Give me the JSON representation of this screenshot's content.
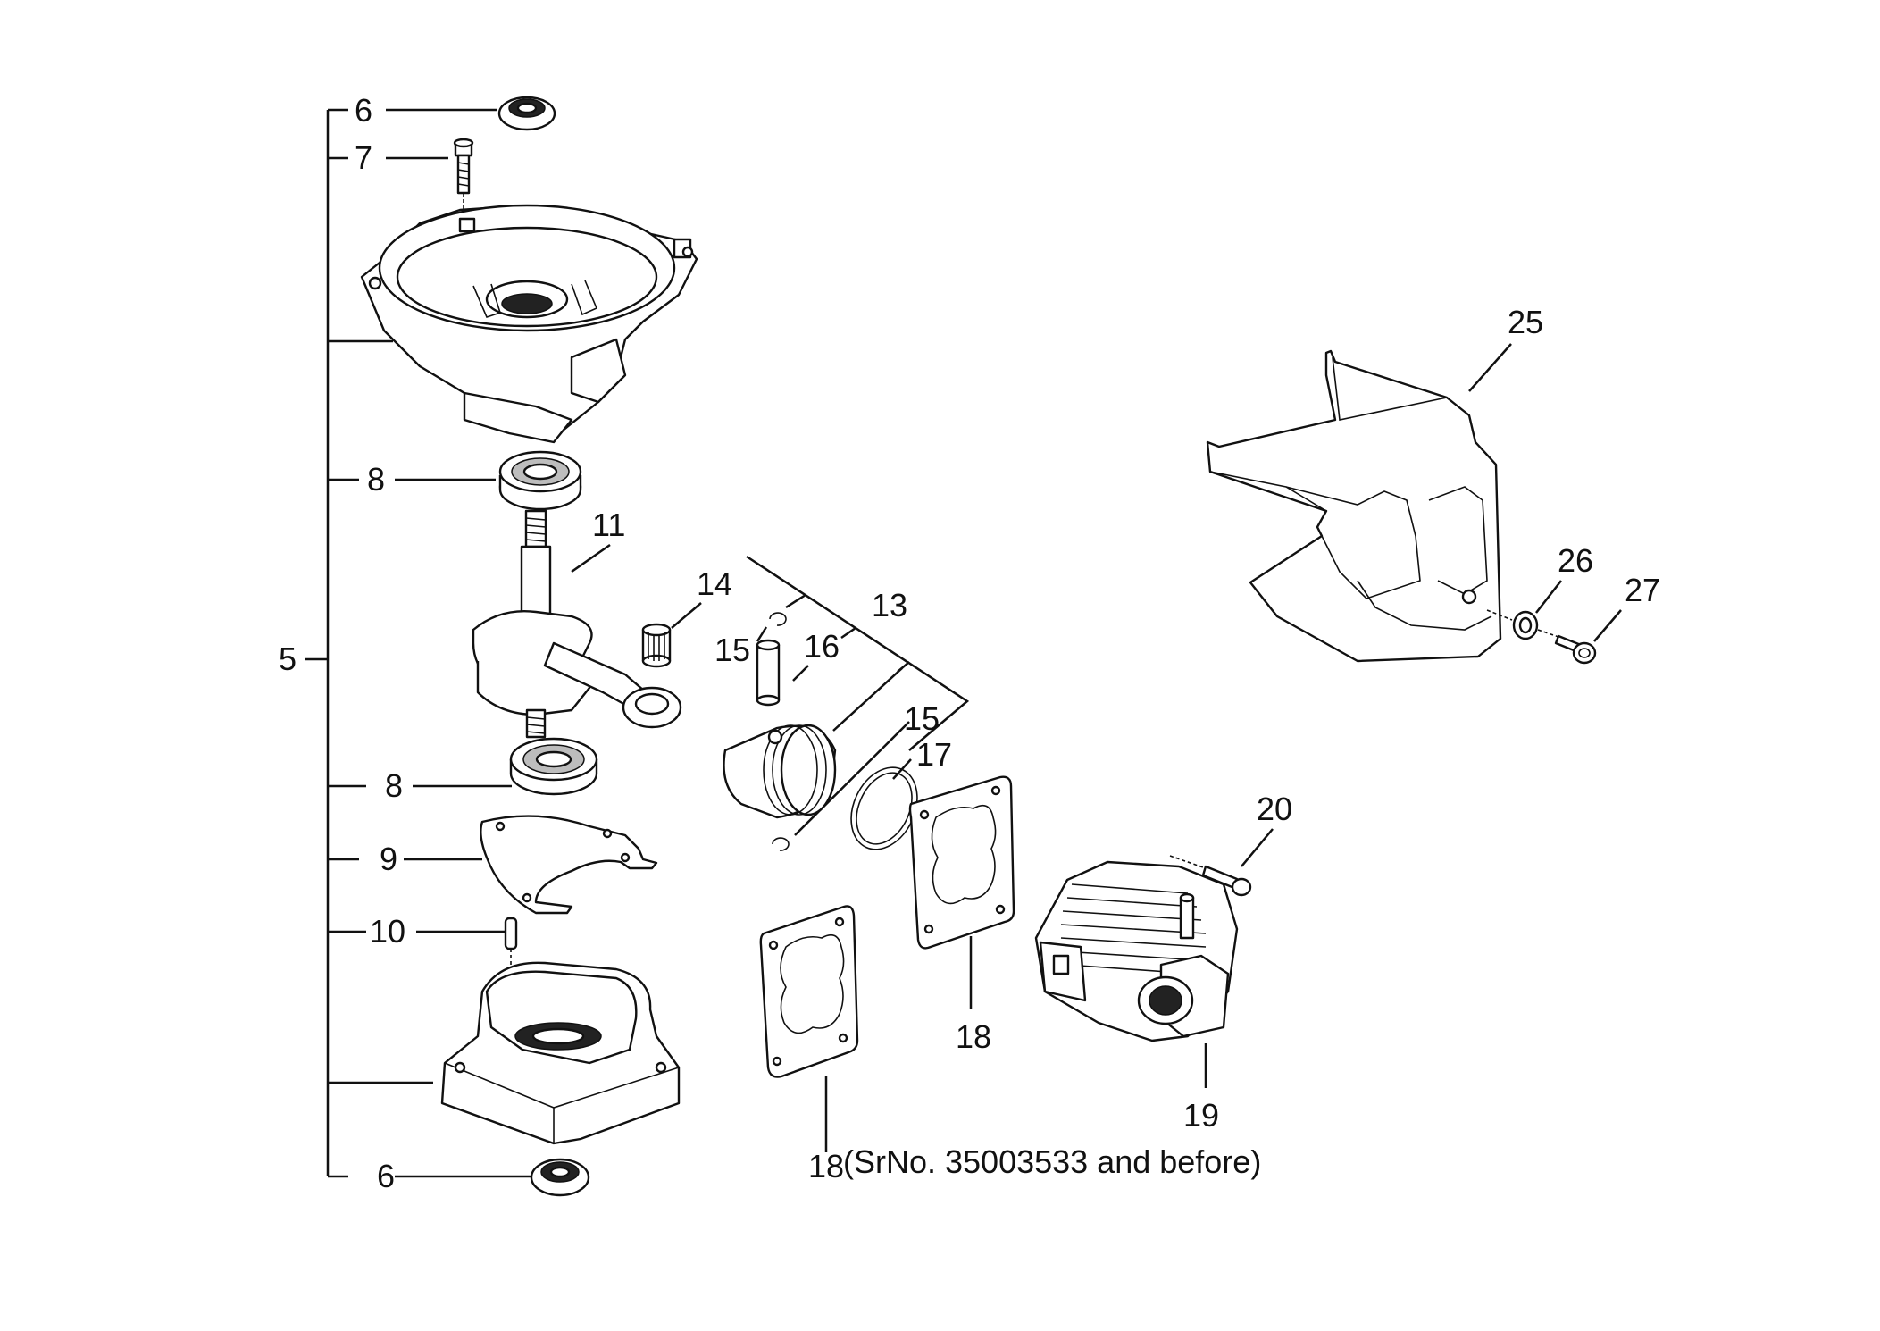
{
  "callouts": {
    "c5": "5",
    "c6_top": "6",
    "c7": "7",
    "c8_top": "8",
    "c8_bottom": "8",
    "c9": "9",
    "c10": "10",
    "c6_bottom": "6",
    "c11": "11",
    "c13": "13",
    "c14": "14",
    "c15_left": "15",
    "c15_right": "15",
    "c16": "16",
    "c17": "17",
    "c18_right": "18",
    "c18_left": "18",
    "c18_note": "(SrNo. 35003533 and before)",
    "c19": "19",
    "c20": "20",
    "c25": "25",
    "c26": "26",
    "c27": "27"
  },
  "parts": [
    {
      "ref": "6",
      "icon": "oil-seal-icon"
    },
    {
      "ref": "7",
      "icon": "bolt-icon"
    },
    {
      "ref": "5",
      "icon": "crankcase-icon"
    },
    {
      "ref": "8",
      "icon": "ball-bearing-icon"
    },
    {
      "ref": "9",
      "icon": "gasket-icon"
    },
    {
      "ref": "10",
      "icon": "dowel-pin-icon"
    },
    {
      "ref": "11",
      "icon": "crankshaft-icon"
    },
    {
      "ref": "13",
      "icon": "piston-icon"
    },
    {
      "ref": "14",
      "icon": "needle-bearing-icon"
    },
    {
      "ref": "15",
      "icon": "circlip-icon"
    },
    {
      "ref": "16",
      "icon": "piston-pin-icon"
    },
    {
      "ref": "17",
      "icon": "piston-ring-icon"
    },
    {
      "ref": "18",
      "icon": "cylinder-gasket-icon"
    },
    {
      "ref": "19",
      "icon": "cylinder-icon"
    },
    {
      "ref": "20",
      "icon": "bolt-icon"
    },
    {
      "ref": "25",
      "icon": "cylinder-cover-icon"
    },
    {
      "ref": "26",
      "icon": "collar-icon"
    },
    {
      "ref": "27",
      "icon": "bolt-icon"
    }
  ]
}
